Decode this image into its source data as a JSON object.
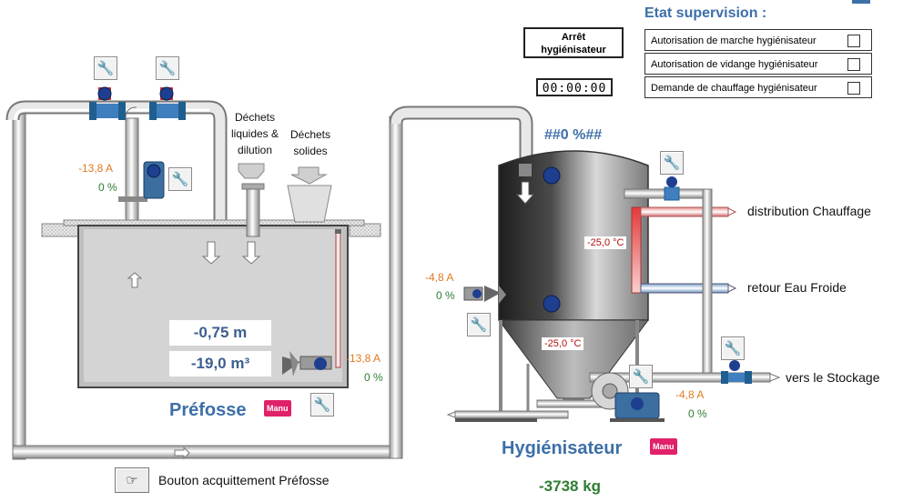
{
  "supervision": {
    "title": "Etat supervision :",
    "rows": [
      {
        "label": "Autorisation de marche hygiénisateur",
        "checked": false
      },
      {
        "label": "Autorisation de vidange hygiénisateur",
        "checked": false
      },
      {
        "label": "Demande de chauffage hygiénisateur",
        "checked": false
      }
    ]
  },
  "arret": {
    "line1": "Arrêt",
    "line2": "hygiénisateur"
  },
  "timer": "00:00:00",
  "prefosse": {
    "title": "Préfosse",
    "mode": "Manu",
    "level": "-0,75 m",
    "volume": "-19,0 m³",
    "pump_current": "-13,8 A",
    "pump_pct": "0 %",
    "mixer_current": "-13,8 A",
    "mixer_pct": "0 %",
    "label_liquids": "Déchets liquides & dilution",
    "label_solids": "Déchets solides",
    "ack_label": "Bouton acquittement Préfosse"
  },
  "hygienisateur": {
    "title": "Hygiénisateur",
    "mode": "Manu",
    "fill_pct": "##0 %##",
    "temp_top": "-25,0 °C",
    "temp_bottom": "-25,0 °C",
    "mixer_current": "-4,8 A",
    "mixer_pct": "0 %",
    "pump_current": "-4,8 A",
    "pump_pct": "0 %",
    "weight": "-3738 kg",
    "label_heating": "distribution Chauffage",
    "label_cold": "retour Eau Froide",
    "label_storage": "vers le Stockage"
  }
}
